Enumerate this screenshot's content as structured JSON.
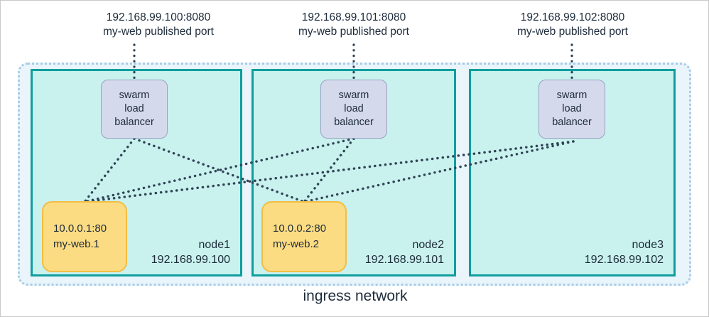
{
  "diagram": {
    "title": "ingress network",
    "colors": {
      "node_fill": "#c9f1ed",
      "node_border": "#0f9e9e",
      "ingress_fill": "#e9f4fb",
      "ingress_border": "#a6cde7",
      "lb_fill": "#d5d9ec",
      "lb_border": "#9aa2c4",
      "task_fill": "#fcdc83",
      "task_border": "#f3bd44",
      "line": "#2f4356",
      "text": "#1d2b3a"
    }
  },
  "port_labels": [
    {
      "address": "192.168.99.100:8080",
      "description": "my-web published port"
    },
    {
      "address": "192.168.99.101:8080",
      "description": "my-web published port"
    },
    {
      "address": "192.168.99.102:8080",
      "description": "my-web published port"
    }
  ],
  "nodes": [
    {
      "name": "node1",
      "ip": "192.168.99.100",
      "load_balancer": {
        "line1": "swarm",
        "line2": "load",
        "line3": "balancer"
      },
      "task": {
        "address": "10.0.0.1:80",
        "name": "my-web.1"
      }
    },
    {
      "name": "node2",
      "ip": "192.168.99.101",
      "load_balancer": {
        "line1": "swarm",
        "line2": "load",
        "line3": "balancer"
      },
      "task": {
        "address": "10.0.0.2:80",
        "name": "my-web.2"
      }
    },
    {
      "name": "node3",
      "ip": "192.168.99.102",
      "load_balancer": {
        "line1": "swarm",
        "line2": "load",
        "line3": "balancer"
      },
      "task": null
    }
  ]
}
